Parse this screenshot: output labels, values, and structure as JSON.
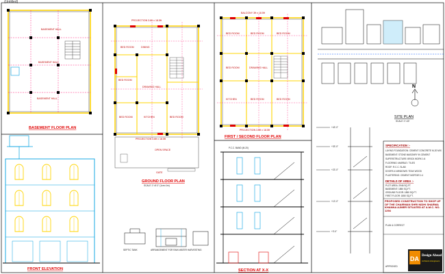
{
  "window": {
    "title": "(Untitled)"
  },
  "basement": {
    "title": "BASEMENT FLOOR PLAN",
    "rooms": [
      "BASEMENT HALL",
      "BASEMENT HALL",
      "BASEMENT HALL"
    ]
  },
  "front_elevation": {
    "title": "FRONT ELEVATION"
  },
  "ground": {
    "title": "GROUND FLOOR PLAN",
    "scale": "SCALE 1\"=8'-0\" (1cm=1m)",
    "rooms": [
      "BED ROOM",
      "DINING",
      "BED ROOM",
      "DRAWING HALL",
      "BED ROOM",
      "KITCHEN",
      "BED ROOM",
      "OPEN SPACE"
    ],
    "projection_top": "PROJECTION 3.6ft x 18.5ft",
    "projection_bottom": "PROJECTION 3.6ft x 18.5ft",
    "gate": "GATE"
  },
  "first": {
    "title": "FIRST / SECOND FLOOR PLAN",
    "rooms": [
      "BED ROOM",
      "BED ROOM",
      "BED ROOM",
      "DRAWING HALL",
      "BED ROOM",
      "KITCHEN",
      "BED ROOM",
      "BED ROOM"
    ],
    "projection_top": "BALCONY 3ft x 18.5ft",
    "projection_bottom": "PROJECTION 3.6ft x 18.5ft"
  },
  "section": {
    "title": "SECTION AT X-X",
    "level_note": "P.C.C. BAND (M-20)"
  },
  "details": {
    "septic": "ARRANGEMENT FOR RAIN WATER HARVESTING",
    "sump": "SEPTIC TANK"
  },
  "site_plan": {
    "title": "SITE PLAN",
    "scale": "SCALE 1\"=40'",
    "north": "N"
  },
  "levels": [
    "+13'-0\"",
    "+23'-0\"",
    "+33'-0\"",
    "+43'-0\"",
    "+3'-0\""
  ],
  "spec": {
    "heading": "SPECIFICATION :-",
    "lines": [
      "LAYING FOUNDATION: CEMENT CONCRETE M-20 MIX",
      "BASEMENT: STONE MASONRY IN CEMENT",
      "SUPERSTRUCTURE: BRICK WORK 1:6",
      "FLOORING: MARBLE / TILES",
      "ROOF: R.C.C. SLAB",
      "DOORS & WINDOWS: TEAK WOOD",
      "PLASTERING: CEMENT MORTAR 1:4"
    ],
    "details_heading": "DETAILS OF AREA :-",
    "areas": [
      "PLOT AREA: 2946 SQ.FT.",
      "BASEMENT: 1850 SQ.FT.",
      "GROUND FLOOR: 1850 SQ.FT.",
      "FIRST FLOOR: 1850 SQ.FT."
    ],
    "proposal": "PROPOSED CONSTRUCTION TO SHOP UP OF THE CHAIRMAN SHRI NIDHI SHARMA KHANNA AJMER SITUATED AT A.M.C. NO. 1294",
    "plan_label": "PLAN & CORRECT",
    "approved": "APPROVED"
  },
  "logo": {
    "mark": "DA",
    "line1": "Design Ahead",
    "line2": "Architects & Engineers"
  },
  "colors": {
    "wall": "#ffd400",
    "grid": "#ff1e78",
    "dim": "#00a0e0",
    "text": "#c00000",
    "line": "#000000"
  }
}
